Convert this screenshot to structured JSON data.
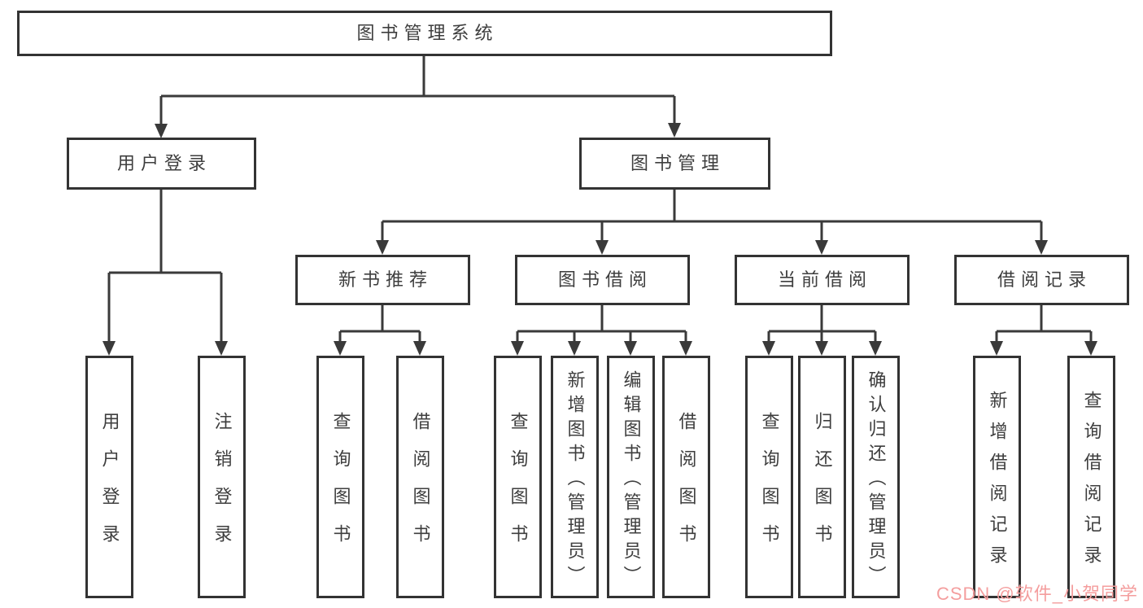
{
  "tree": {
    "label": "图书管理系统",
    "children": [
      {
        "label": "用户登录",
        "children": [
          {
            "label": "用户登录"
          },
          {
            "label": "注销登录"
          }
        ]
      },
      {
        "label": "图书管理",
        "children": [
          {
            "label": "新书推荐",
            "children": [
              {
                "label": "查询图书"
              },
              {
                "label": "借阅图书"
              }
            ]
          },
          {
            "label": "图书借阅",
            "children": [
              {
                "label": "查询图书"
              },
              {
                "label": "新增图书（管理员）"
              },
              {
                "label": "编辑图书（管理员）"
              },
              {
                "label": "借阅图书"
              }
            ]
          },
          {
            "label": "当前借阅",
            "children": [
              {
                "label": "查询图书"
              },
              {
                "label": "归还图书"
              },
              {
                "label": "确认归还（管理员）"
              }
            ]
          },
          {
            "label": "借阅记录",
            "children": [
              {
                "label": "新增借阅记录"
              },
              {
                "label": "查询借阅记录"
              }
            ]
          }
        ]
      }
    ]
  },
  "watermark": {
    "text": "CSDN @软件_小贺同学",
    "color": "#f49e9e"
  },
  "colors": {
    "line": "#3a3a3a",
    "box_border": "#333333",
    "box_fill": "#ffffff",
    "text": "#3e3e3e",
    "background": "#ffffff"
  }
}
